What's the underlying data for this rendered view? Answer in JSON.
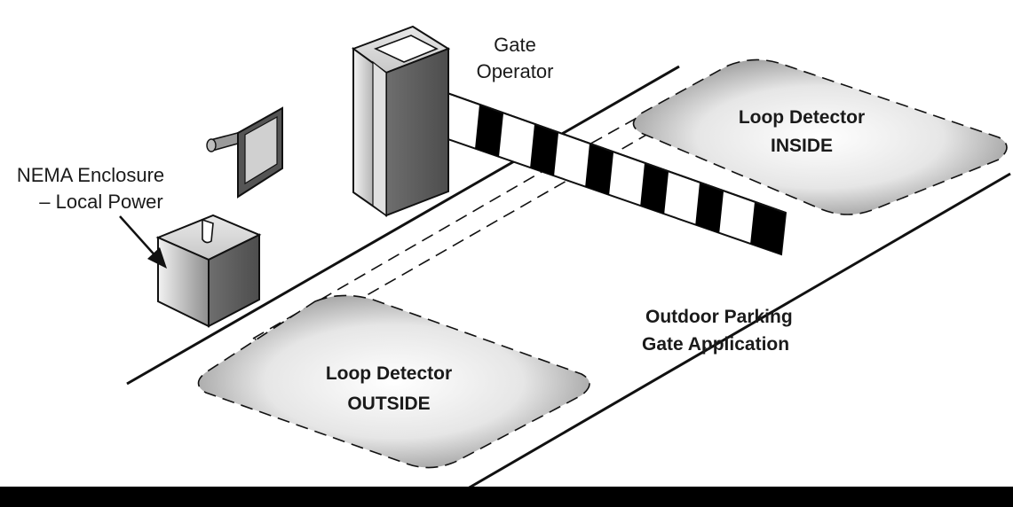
{
  "labels": {
    "gate_operator": [
      "Gate",
      "Operator"
    ],
    "nema_enclosure": [
      "NEMA Enclosure",
      "– Local Power"
    ],
    "loop_inside": [
      "Loop Detector",
      "INSIDE"
    ],
    "loop_outside": [
      "Loop Detector",
      "OUTSIDE"
    ],
    "application": [
      "Outdoor Parking",
      "Gate Application"
    ]
  },
  "colors": {
    "outline": "#111111",
    "stripe": "#000000",
    "loop_edge": "#8c8c8c",
    "loop_center": "#ffffff",
    "background": "#ffffff"
  }
}
